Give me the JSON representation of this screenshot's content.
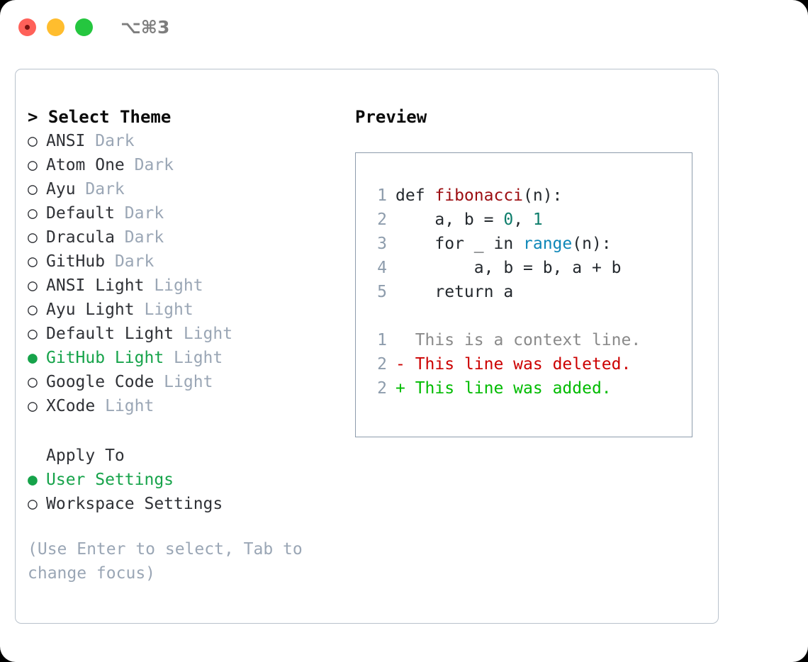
{
  "titlebar": {
    "shortcut": "⌥⌘3",
    "buttons": [
      "close",
      "minimize",
      "maximize"
    ]
  },
  "theme_list": {
    "header": "> Select Theme",
    "items": [
      {
        "marker": "○",
        "label": "ANSI",
        "suffix": "Dark",
        "selected": false
      },
      {
        "marker": "○",
        "label": "Atom One",
        "suffix": "Dark",
        "selected": false
      },
      {
        "marker": "○",
        "label": "Ayu",
        "suffix": "Dark",
        "selected": false
      },
      {
        "marker": "○",
        "label": "Default",
        "suffix": "Dark",
        "selected": false
      },
      {
        "marker": "○",
        "label": "Dracula",
        "suffix": "Dark",
        "selected": false
      },
      {
        "marker": "○",
        "label": "GitHub",
        "suffix": "Dark",
        "selected": false
      },
      {
        "marker": "○",
        "label": "ANSI Light",
        "suffix": "Light",
        "selected": false
      },
      {
        "marker": "○",
        "label": "Ayu Light",
        "suffix": "Light",
        "selected": false
      },
      {
        "marker": "○",
        "label": "Default Light",
        "suffix": "Light",
        "selected": false
      },
      {
        "marker": "●",
        "label": "GitHub Light",
        "suffix": "Light",
        "selected": true
      },
      {
        "marker": "○",
        "label": "Google Code",
        "suffix": "Light",
        "selected": false
      },
      {
        "marker": "○",
        "label": "XCode",
        "suffix": "Light",
        "selected": false
      }
    ]
  },
  "apply_to": {
    "header": "Apply To",
    "items": [
      {
        "marker": "●",
        "label": "User Settings",
        "selected": true
      },
      {
        "marker": "○",
        "label": "Workspace Settings",
        "selected": false
      }
    ]
  },
  "hint": "(Use Enter to select, Tab to change focus)",
  "preview": {
    "title": "Preview",
    "code_lines": [
      {
        "num": "1",
        "tokens": [
          {
            "t": "def ",
            "c": "plain"
          },
          {
            "t": "fibonacci",
            "c": "fn"
          },
          {
            "t": "(n):",
            "c": "plain"
          }
        ]
      },
      {
        "num": "2",
        "tokens": [
          {
            "t": "    a, b = ",
            "c": "plain"
          },
          {
            "t": "0",
            "c": "num"
          },
          {
            "t": ", ",
            "c": "plain"
          },
          {
            "t": "1",
            "c": "num"
          }
        ]
      },
      {
        "num": "3",
        "tokens": [
          {
            "t": "    for _ in ",
            "c": "plain"
          },
          {
            "t": "range",
            "c": "builtin"
          },
          {
            "t": "(n):",
            "c": "plain"
          }
        ]
      },
      {
        "num": "4",
        "tokens": [
          {
            "t": "        a, b = b, a + b",
            "c": "plain"
          }
        ]
      },
      {
        "num": "5",
        "tokens": [
          {
            "t": "    return a",
            "c": "plain"
          }
        ]
      }
    ],
    "diff_lines": [
      {
        "num": "1",
        "marker": " ",
        "text": "This is a context line.",
        "kind": "ctx"
      },
      {
        "num": "2",
        "marker": "-",
        "text": "This line was deleted.",
        "kind": "del"
      },
      {
        "num": "2",
        "marker": "+",
        "text": "This line was added.",
        "kind": "add"
      }
    ]
  },
  "colors": {
    "selected_green": "#16a34a",
    "muted": "#9aa6b5",
    "diff_add": "#00bb00",
    "diff_del": "#cc0000",
    "fn_red": "#9c0d11",
    "builtin_blue": "#0e87b8",
    "number_teal": "#0d7d6b"
  }
}
